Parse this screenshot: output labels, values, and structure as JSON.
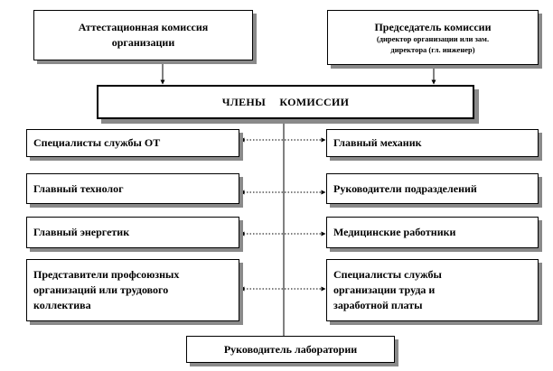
{
  "top_left": {
    "line1": "Аттестационная комиссия",
    "line2": "организации"
  },
  "top_right": {
    "line1": "Председатель комиссии",
    "line2": "(директор организации или зам.",
    "line3": "директора (гл. инженер)"
  },
  "members": {
    "label": "ЧЛЕНЫ КОМИССИИ"
  },
  "left_column": [
    {
      "lines": [
        "Специалисты службы ОТ"
      ]
    },
    {
      "lines": [
        "Главный технолог"
      ]
    },
    {
      "lines": [
        "Главный энергетик"
      ]
    },
    {
      "lines": [
        "Представители профсоюзных",
        "организаций или трудового",
        "коллектива"
      ]
    }
  ],
  "right_column": [
    {
      "lines": [
        "Главный механик"
      ]
    },
    {
      "lines": [
        "Руководители подразделений"
      ]
    },
    {
      "lines": [
        "Медицинские работники"
      ]
    },
    {
      "lines": [
        "Специалисты службы",
        "организации труда и",
        "заработной платы"
      ]
    }
  ],
  "bottom": {
    "label": "Руководитель лаборатории"
  },
  "colors": {
    "line": "#000000",
    "shadow": "#8a8a8a",
    "background": "#ffffff"
  }
}
